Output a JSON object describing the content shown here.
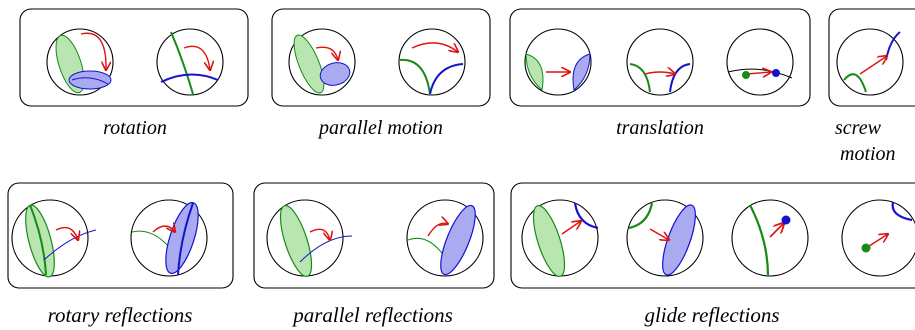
{
  "groups": [
    {
      "id": "rotation",
      "caption_lines": [
        "rotation"
      ]
    },
    {
      "id": "parallel-motion",
      "caption_lines": [
        "parallel motion"
      ]
    },
    {
      "id": "translation",
      "caption_lines": [
        "translation"
      ]
    },
    {
      "id": "screw-motion",
      "caption_lines": [
        "screw",
        "motion"
      ]
    },
    {
      "id": "rotary-reflections",
      "caption_lines": [
        "rotary reflections"
      ]
    },
    {
      "id": "parallel-reflections",
      "caption_lines": [
        "parallel reflections"
      ]
    },
    {
      "id": "glide-reflections",
      "caption_lines": [
        "glide reflections"
      ]
    }
  ],
  "colors": {
    "green": "#178a17",
    "green_fill": "#b9e6b0",
    "blue": "#1414cc",
    "blue_fill": "#aaaaf0",
    "red": "#dd1111",
    "outline": "#000000"
  }
}
